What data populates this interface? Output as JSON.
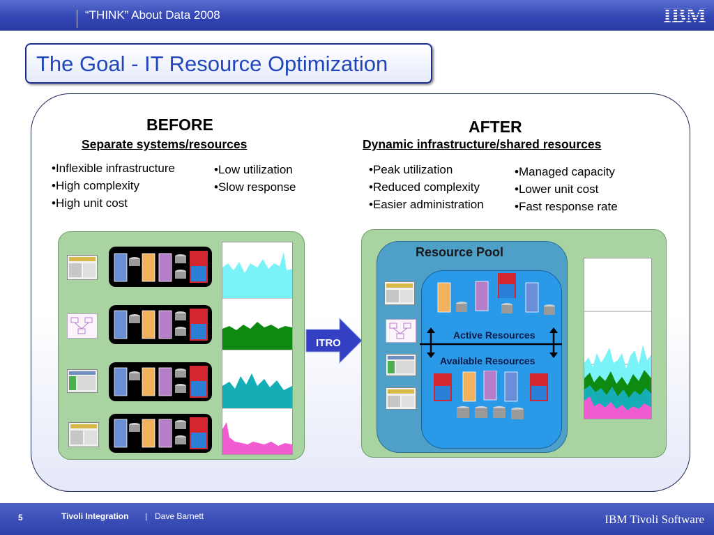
{
  "header": {
    "conference": "“THINK” About Data 2008",
    "logo_text": "IBM"
  },
  "slide": {
    "title": "The Goal - IT Resource Optimization",
    "before": {
      "heading": "BEFORE",
      "subheading": "Separate systems/resources",
      "bullets_left": [
        "Inflexible infrastructure",
        "High complexity",
        "High unit cost"
      ],
      "bullets_right": [
        "Low utilization",
        "Slow response"
      ]
    },
    "after": {
      "heading": "AFTER",
      "subheading": "Dynamic infrastructure/shared resources",
      "bullets_left": [
        "Peak utilization",
        "Reduced complexity",
        "Easier administration"
      ],
      "bullets_right": [
        "Managed capacity",
        "Lower unit cost",
        "Fast response rate"
      ]
    },
    "arrow_label": "ITRO",
    "pool": {
      "title": "Resource Pool",
      "active_label": "Active Resources",
      "available_label": "Available Resources"
    },
    "colors": {
      "title_text": "#2046b9",
      "header_bar": "#3346b4",
      "panel_green": "#a9d3a1",
      "pool_blue": "#4ea0c9",
      "inner_blue": "#2a9ae8",
      "arrow": "#3340c4",
      "chart_cyan": "#79f3f7",
      "chart_green": "#0f8a10",
      "chart_teal": "#16aeb6",
      "chart_magenta": "#f05bcf"
    }
  },
  "footer": {
    "page_number": "5",
    "product": "Tivoli Integration",
    "separator": "|",
    "author": "Dave Barnett",
    "brand": "IBM Tivoli Software"
  }
}
